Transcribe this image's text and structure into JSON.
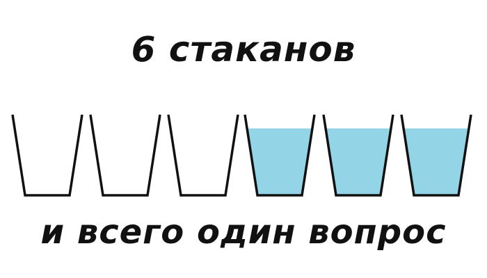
{
  "title": "6 стаканов",
  "subtitle": "и всего один вопрос",
  "glasses": [
    {
      "filled": false,
      "fill_level": 0
    },
    {
      "filled": false,
      "fill_level": 0
    },
    {
      "filled": false,
      "fill_level": 0
    },
    {
      "filled": true,
      "fill_level": 0.83
    },
    {
      "filled": true,
      "fill_level": 0.83
    },
    {
      "filled": true,
      "fill_level": 0.83
    }
  ],
  "colors": {
    "water": "#93d5e6",
    "outline": "#111111",
    "text": "#111111"
  }
}
